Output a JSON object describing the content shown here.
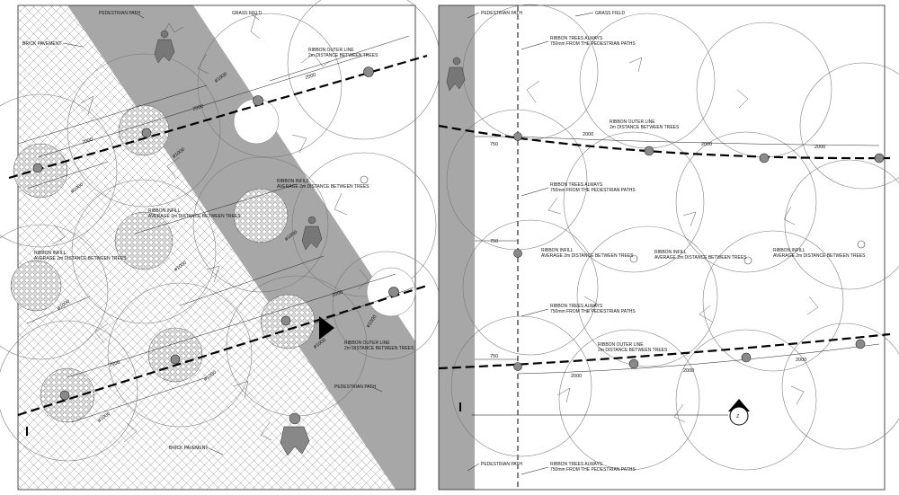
{
  "left_plan": {
    "labels": {
      "pedestrian_path_top": "PEDESTRIAN PATH",
      "grass_field": "GRASS FIELD",
      "brick_pavement_top": "BRICK PAVEMENT",
      "ribbon_outer_top_l1": "RIBBON OUTER LINE",
      "ribbon_outer_top_l2": "2m DISTANCE BETWEEN TREES",
      "ribbon_infill_mid_l1": "RIBBON INFILL",
      "ribbon_infill_mid_l2": "AVERAGE 2m DISTANCE BETWEEN TREES",
      "ribbon_infill_left_l1": "RIBBON INFILL",
      "ribbon_infill_left_l2": "AVERAGE 2m DISTANCE BETWEEN TREES",
      "ribbon_infill_low_l1": "RIBBON INFILL",
      "ribbon_infill_low_l2": "AVERAGE 2m DISTANCE BETWEEN TREES",
      "ribbon_outer_low_l1": "RIBBON OUTER LINE",
      "ribbon_outer_low_l2": "2m DISTANCE BETWEEN TREES",
      "pedestrian_path_bottom": "PEDESTRIAN PATH",
      "brick_pavement_bottom": "BRICK PAVEMENT"
    },
    "dims": {
      "d1": "ø1000",
      "d2": "2000",
      "d3": "2000",
      "d4": "2000",
      "d5": "ø1000",
      "d6": "ø1000",
      "d7": "ø1000",
      "d8": "ø1000",
      "d9": "ø1000",
      "d10": "2000",
      "d11": "ø1000",
      "d12": "ø1000",
      "d13": "ø1000",
      "d14": "2000",
      "d15": "ø1000"
    }
  },
  "right_plan": {
    "labels": {
      "pedestrian_path_top": "PEDESTRIAN PATH",
      "grass_field": "GRASS FIELD",
      "ribbon_trees_top_l1": "RIBBON TREES ALWAYS",
      "ribbon_trees_top_l2": "750mm FROM THE PEDESTRIAN PATHS",
      "ribbon_outer_top_l1": "RIBBON OUTER LINE",
      "ribbon_outer_top_l2": "2m DISTANCE BETWEEN TREES",
      "ribbon_trees_mid_l1": "RIBBON TREES ALWAYS",
      "ribbon_trees_mid_l2": "750mm FROM THE PEDESTRIAN PATHS",
      "ribbon_infill_a_l1": "RIBBON INFILL",
      "ribbon_infill_a_l2": "AVERAGE 2m DISTANCE BETWEEN TREES",
      "ribbon_infill_b_l1": "RIBBON INFILL",
      "ribbon_infill_b_l2": "AVERAGE 2m DISTANCE BETWEEN TREES",
      "ribbon_infill_c_l1": "RIBBON INFILL",
      "ribbon_infill_c_l2": "AVERAGE 2m DISTANCE BETWEEN TREES",
      "ribbon_trees_low_l1": "RIBBON TREES ALWAYS",
      "ribbon_trees_low_l2": "750mm FROM THE PEDESTRIAN PATHS",
      "ribbon_outer_low_l1": "RIBBON OUTER LINE",
      "ribbon_outer_low_l2": "2m DISTANCE BETWEEN TREES",
      "pedestrian_path_bottom": "PEDESTRIAN PATH",
      "ribbon_trees_bottom_l1": "RIBBON TREES ALWAYS",
      "ribbon_trees_bottom_l2": "750mm FROM THE PEDESTRIAN PATHS"
    },
    "dims": {
      "offset_top": "750",
      "offset_mid": "750",
      "offset_low": "750",
      "d1": "2000",
      "d2": "2000",
      "d3": "2000",
      "d4": "2000",
      "d5": "2000",
      "d6": "2000"
    },
    "north_label": "Z"
  }
}
